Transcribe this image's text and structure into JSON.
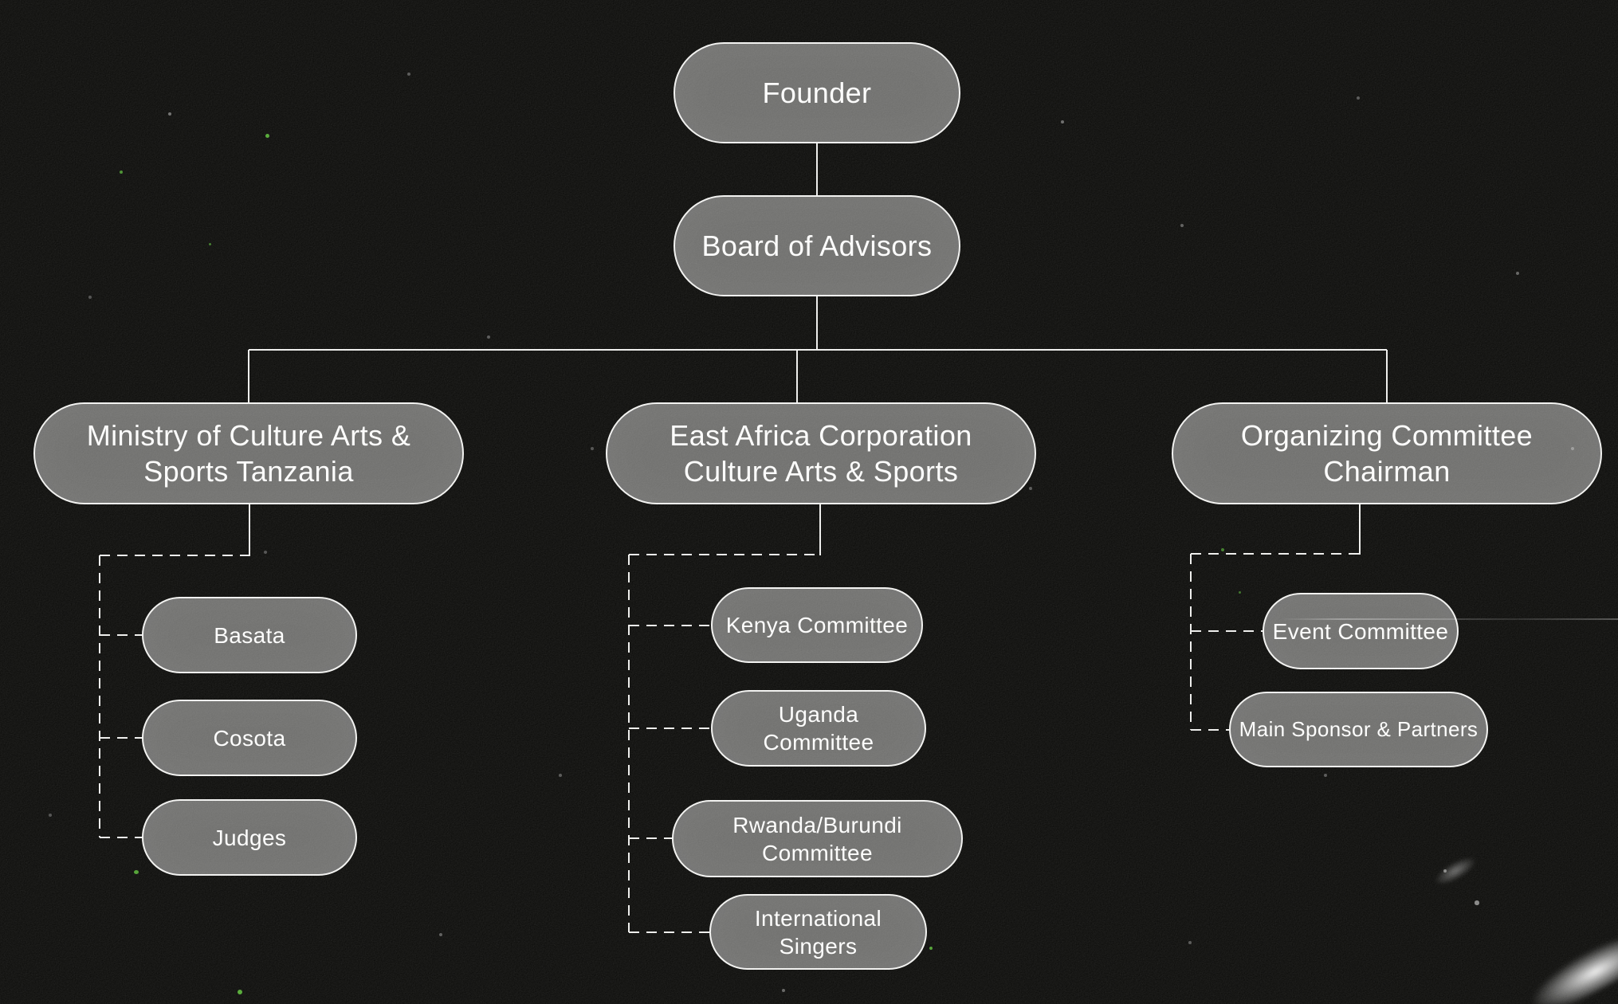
{
  "colors": {
    "background": "#0b0b09",
    "node-fill": "#6e6e6c",
    "node-border": "#f2f2f0",
    "node-text": "#fdfdfc",
    "line": "#eeeeec",
    "speck-green": "#5ec43a"
  },
  "diagram": {
    "type": "org-chart",
    "tree": {
      "label": "Founder",
      "children": [
        {
          "label": "Board of Advisors",
          "children": [
            {
              "label": "Ministry of Culture Arts &\nSports Tanzania",
              "children": [
                {
                  "label": "Basata"
                },
                {
                  "label": "Cosota"
                },
                {
                  "label": "Judges"
                }
              ]
            },
            {
              "label": "East Africa Corporation\nCulture Arts & Sports",
              "children": [
                {
                  "label": "Kenya Committee"
                },
                {
                  "label": "Uganda\nCommittee"
                },
                {
                  "label": "Rwanda/Burundi\nCommittee"
                },
                {
                  "label": "International\nSingers"
                }
              ]
            },
            {
              "label": "Organizing Committee\nChairman",
              "children": [
                {
                  "label": "Event Committee"
                },
                {
                  "label": "Main Sponsor & Partners"
                }
              ]
            }
          ]
        }
      ]
    }
  }
}
